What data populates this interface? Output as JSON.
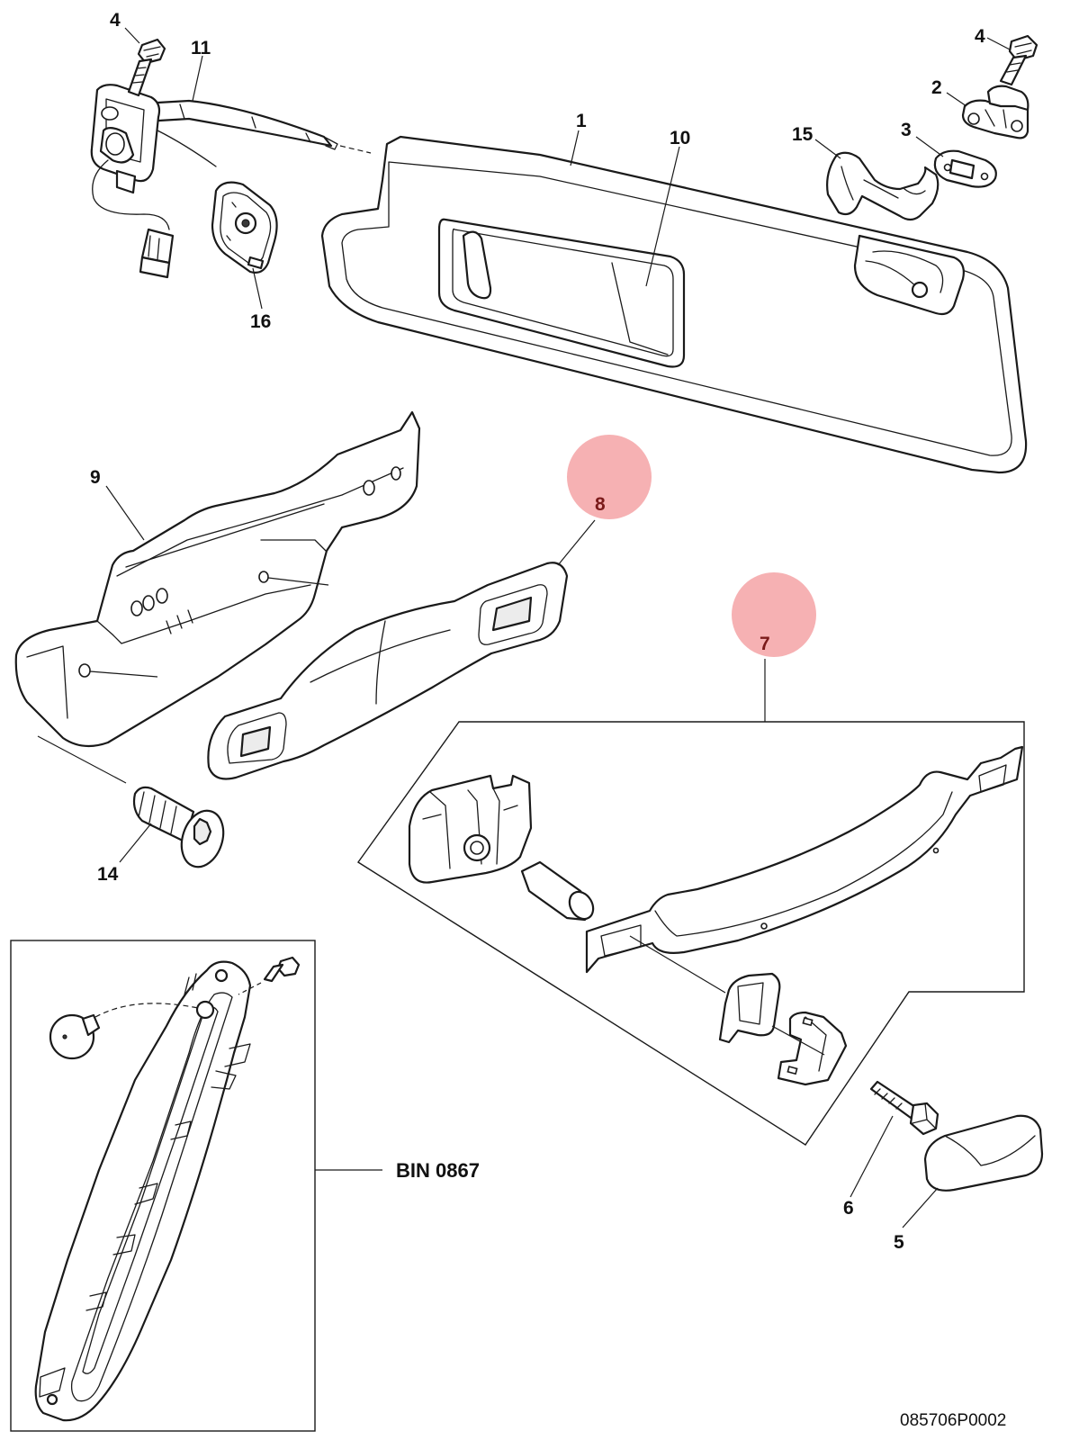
{
  "callouts": {
    "c1": "1",
    "c2": "2",
    "c3": "3",
    "c4_left": "4",
    "c4_right": "4",
    "c5": "5",
    "c6": "6",
    "c7": "7",
    "c8": "8",
    "c9": "9",
    "c10": "10",
    "c11": "11",
    "c14": "14",
    "c15": "15",
    "c16": "16"
  },
  "highlight_color": "#f4a3a6",
  "inset_label": "BIN 0867",
  "drawing_id": "085706P0002"
}
